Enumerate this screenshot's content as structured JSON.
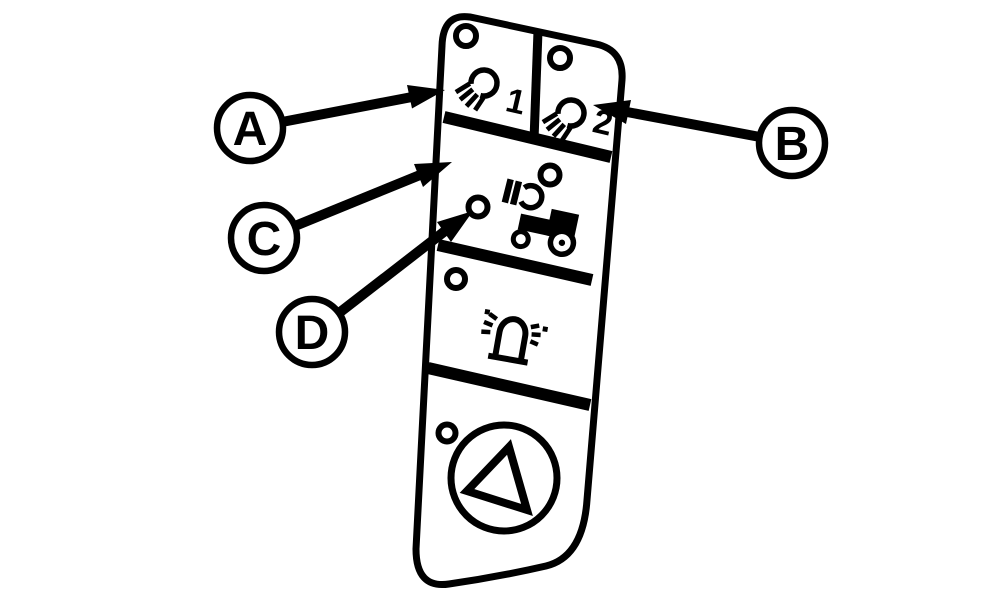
{
  "figure": {
    "description": "Light switch panel callout diagram",
    "background_color": "#ffffff",
    "line_color": "#000000"
  },
  "panel": {
    "led_indicator_count": 6,
    "switches": [
      {
        "id": "work-light-1",
        "icon": "work-light-icon",
        "number": "1"
      },
      {
        "id": "work-light-2",
        "icon": "work-light-icon",
        "number": "2"
      },
      {
        "id": "road-lights",
        "icon": "headlight-icon-and-tractor-icon"
      },
      {
        "id": "beacon",
        "icon": "rotating-beacon-icon"
      },
      {
        "id": "hazard-lights",
        "icon": "warning-triangle-icon"
      }
    ]
  },
  "callouts": [
    {
      "label": "A",
      "points_to": "work-light-switch-1"
    },
    {
      "label": "B",
      "points_to": "work-light-switch-2"
    },
    {
      "label": "C",
      "points_to": "road-lights-section"
    },
    {
      "label": "D",
      "points_to": "indicator-led"
    }
  ]
}
